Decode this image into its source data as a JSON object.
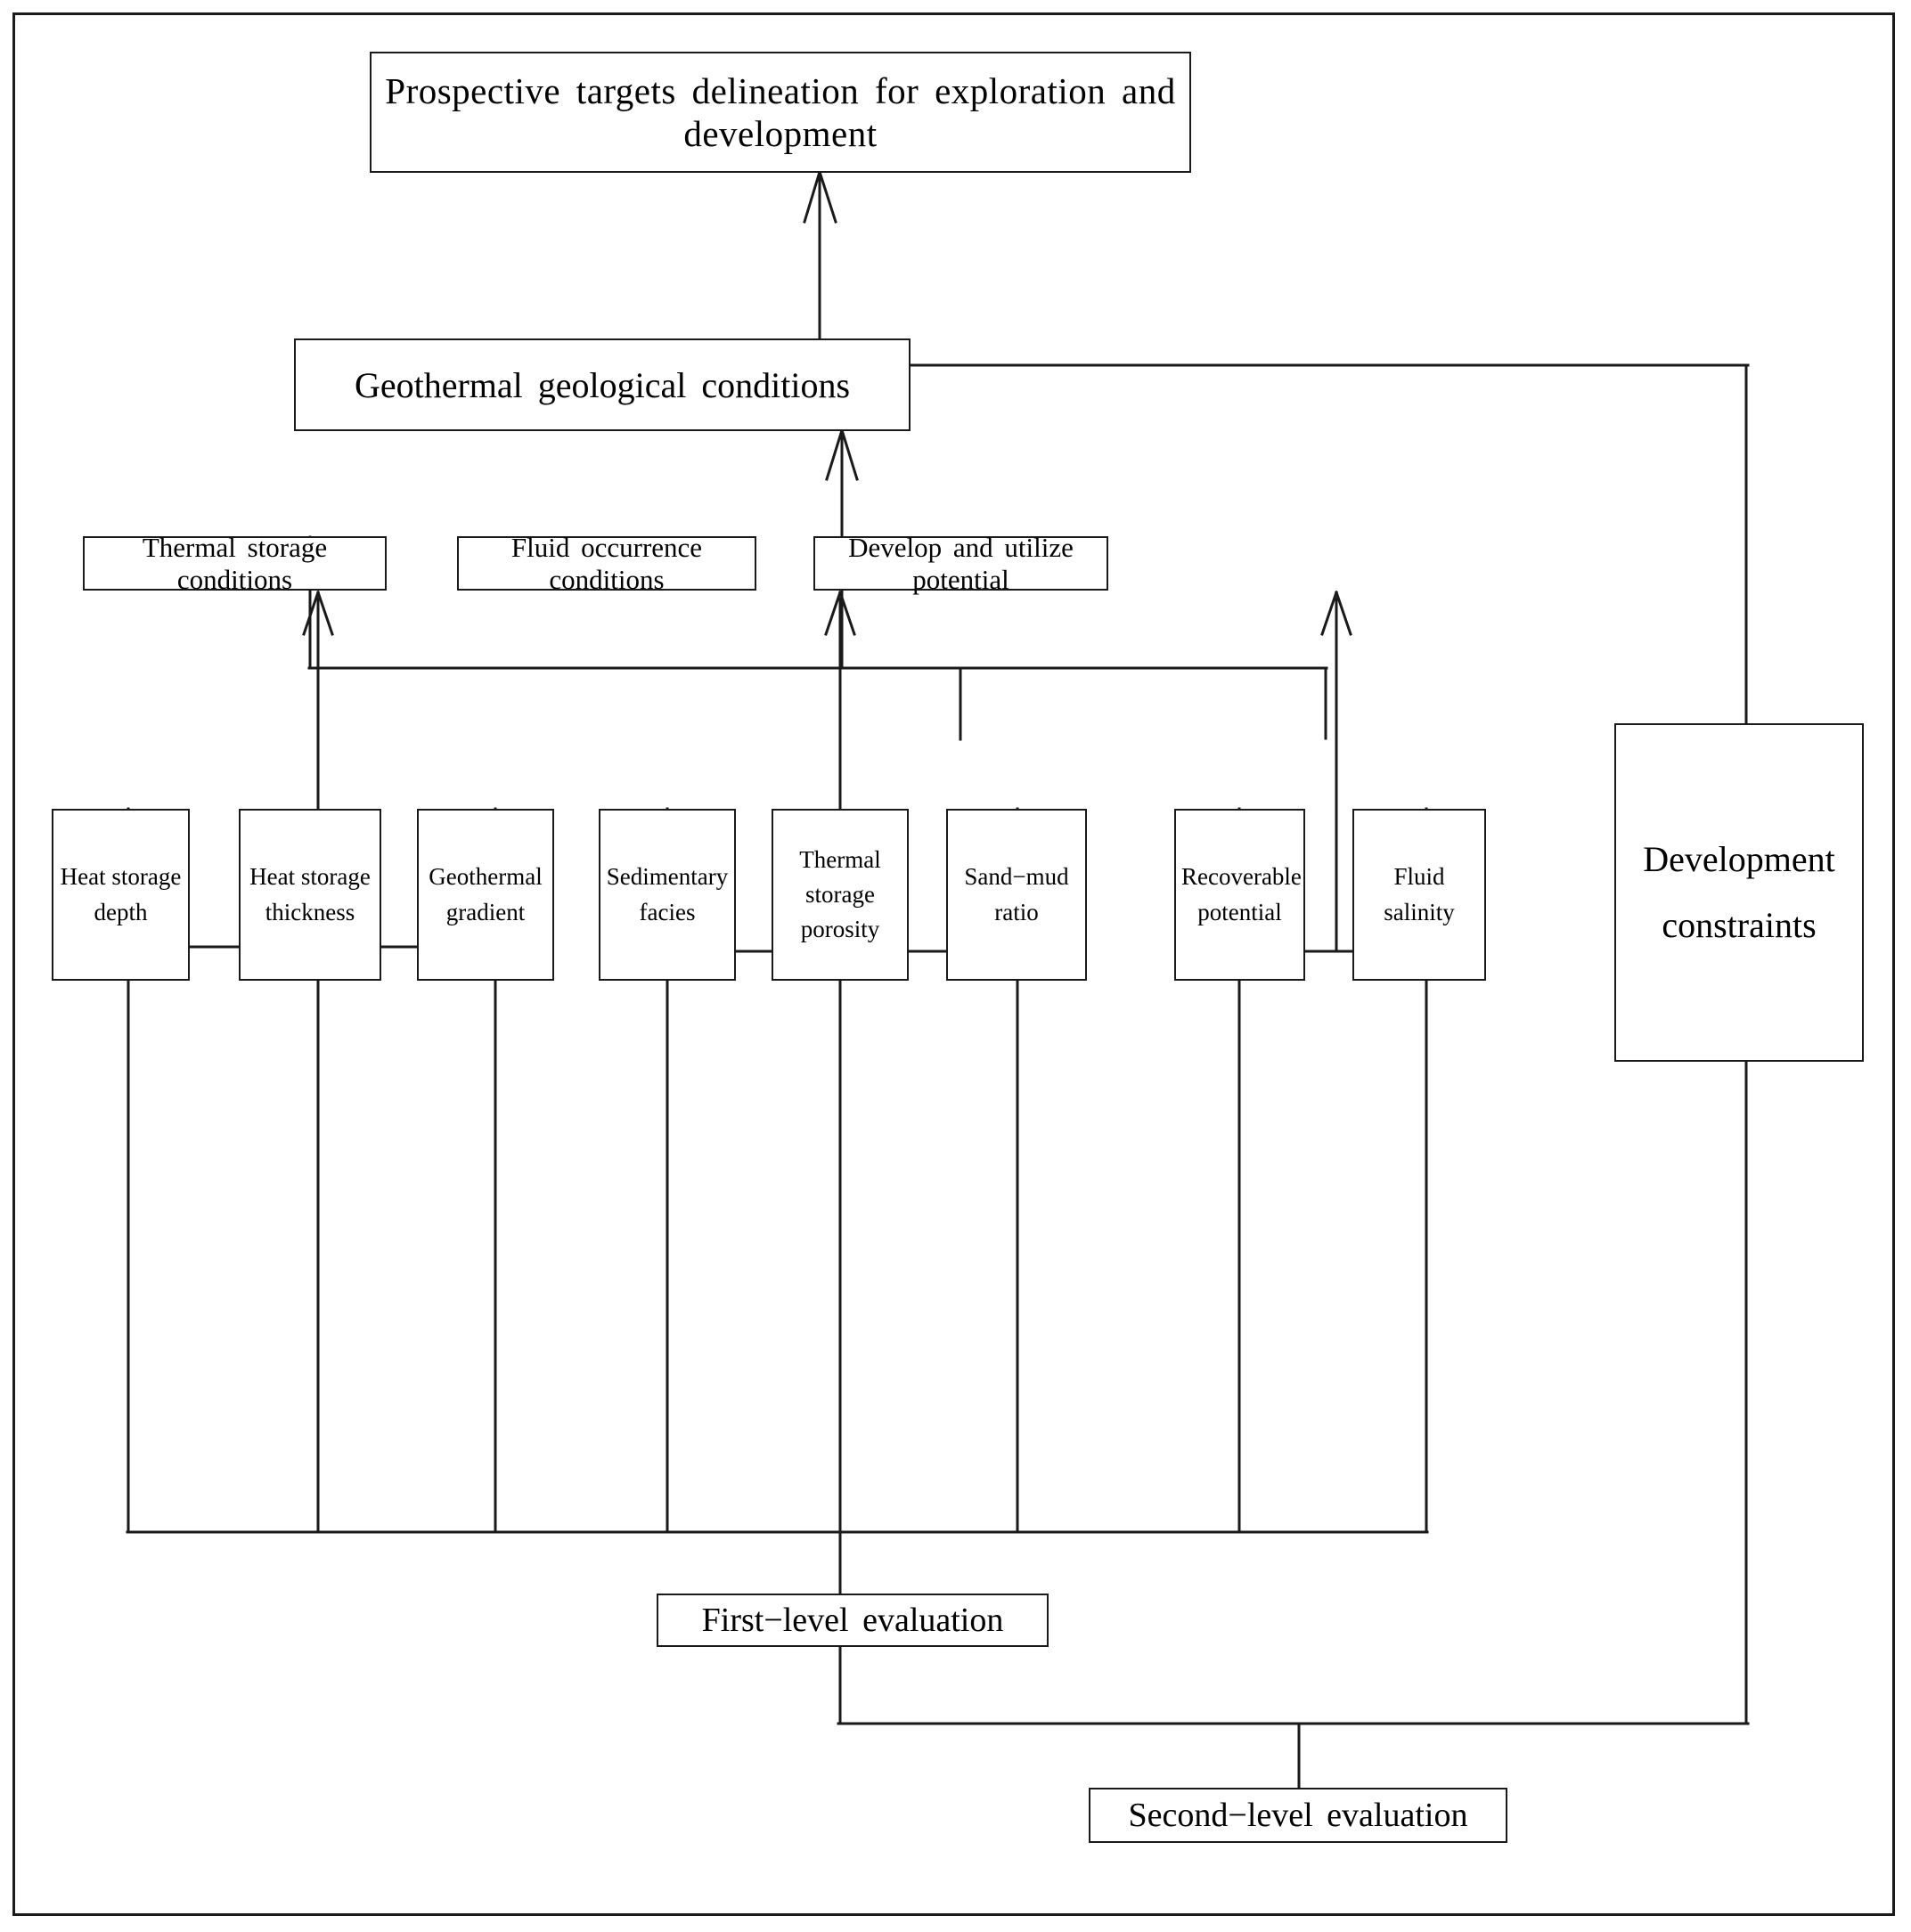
{
  "diagram": {
    "title_box": {
      "label": "Prospective targets delineation for exploration and development"
    },
    "level2": {
      "label": "Geothermal geological conditions"
    },
    "level3": [
      {
        "label": "Thermal storage conditions"
      },
      {
        "label": "Fluid occurrence conditions"
      },
      {
        "label": "Develop and utilize potential"
      }
    ],
    "leaves": [
      {
        "label": "Heat storage depth"
      },
      {
        "label": "Heat storage thickness"
      },
      {
        "label": "Geothermal gradient"
      },
      {
        "label": "Sedimentary facies"
      },
      {
        "label": "Thermal storage porosity"
      },
      {
        "label": "Sand−mud ratio"
      },
      {
        "label": "Recoverable potential"
      },
      {
        "label": "Fluid salinity"
      }
    ],
    "constraints": {
      "label": "Development constraints"
    },
    "evaluations": [
      {
        "label": "First−level evaluation"
      },
      {
        "label": "Second−level evaluation"
      }
    ],
    "colors": {
      "line": "#1a1a1a",
      "text": "#000000",
      "background": "#ffffff"
    }
  }
}
